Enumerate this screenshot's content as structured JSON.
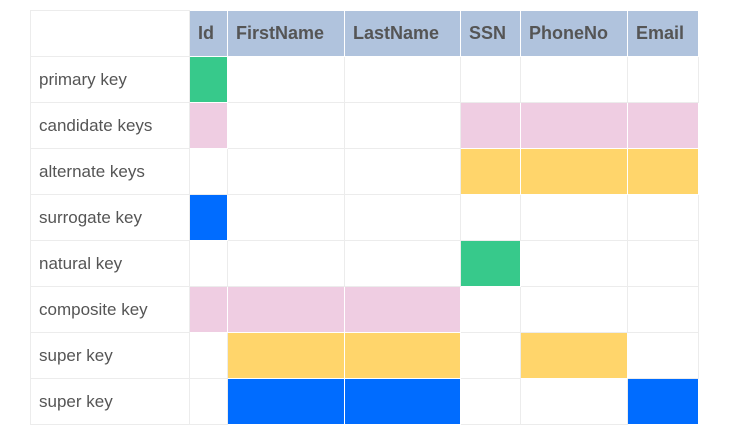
{
  "columns": [
    "Id",
    "FirstName",
    "LastName",
    "SSN",
    "PhoneNo",
    "Email"
  ],
  "colors": {
    "green": "#37c98b",
    "pink": "#efcde2",
    "yellow": "#ffd56b",
    "blue": "#006cff",
    "empty": "#ffffff",
    "header_bg": "#b0c3dd",
    "text": "#555555"
  },
  "rows": [
    {
      "label": "primary key",
      "cells": [
        "green",
        "",
        "",
        "",
        "",
        ""
      ]
    },
    {
      "label": "candidate keys",
      "cells": [
        "pink",
        "",
        "",
        "pink",
        "pink",
        "pink"
      ]
    },
    {
      "label": "alternate keys",
      "cells": [
        "",
        "",
        "",
        "yellow",
        "yellow",
        "yellow"
      ]
    },
    {
      "label": "surrogate key",
      "cells": [
        "blue",
        "",
        "",
        "",
        "",
        ""
      ]
    },
    {
      "label": "natural key",
      "cells": [
        "",
        "",
        "",
        "green",
        "",
        ""
      ]
    },
    {
      "label": "composite key",
      "cells": [
        "pink",
        "pink",
        "pink",
        "",
        "",
        ""
      ]
    },
    {
      "label": "super key",
      "cells": [
        "",
        "yellow",
        "yellow",
        "",
        "yellow",
        ""
      ]
    },
    {
      "label": "super key",
      "cells": [
        "",
        "blue",
        "blue",
        "",
        "",
        "blue"
      ]
    }
  ]
}
